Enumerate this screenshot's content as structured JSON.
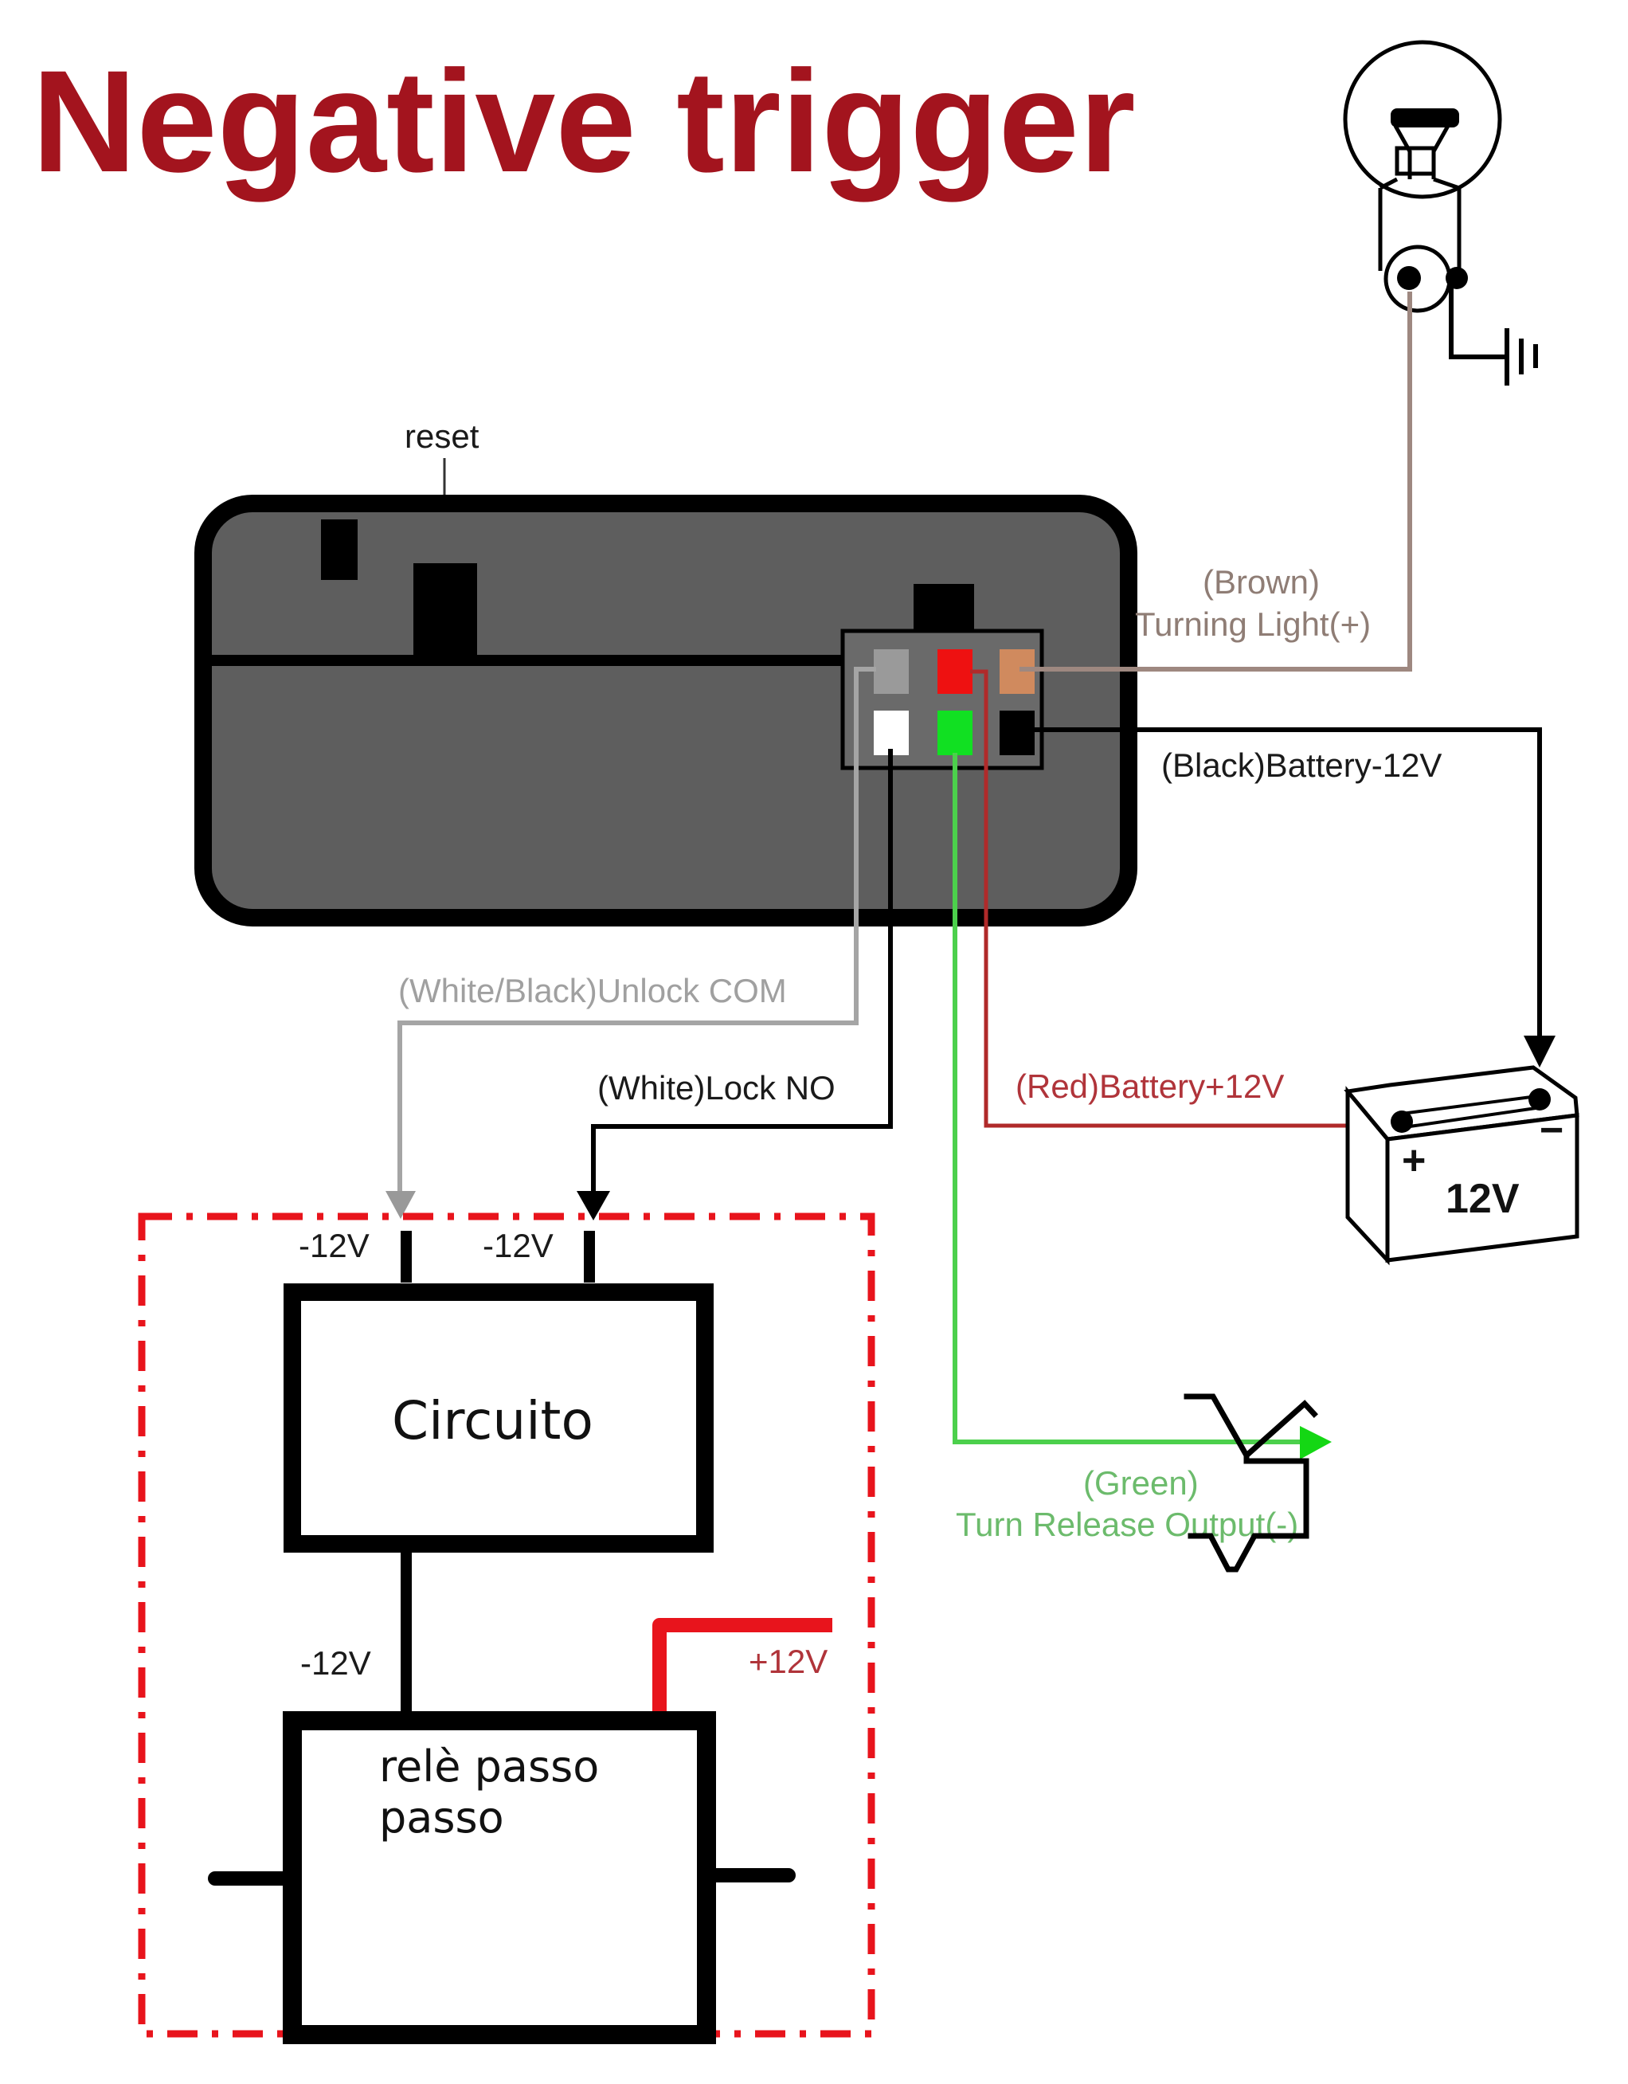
{
  "title": "Negative trigger",
  "module": {
    "reset_label": "reset",
    "pins": [
      {
        "name": "white-black",
        "color": "#9a9a9a"
      },
      {
        "name": "red",
        "color": "#ee1111"
      },
      {
        "name": "brown",
        "color": "#d08a5e"
      },
      {
        "name": "white",
        "color": "#ffffff"
      },
      {
        "name": "green",
        "color": "#11e022"
      },
      {
        "name": "black",
        "color": "#000000"
      }
    ]
  },
  "wires": {
    "brown": {
      "line1": "(Brown)",
      "line2": "Turning Light(+)",
      "color": "#9e8880"
    },
    "black": {
      "label": "(Black)Battery-12V",
      "color": "#000000"
    },
    "white_black": {
      "label": "(White/Black)Unlock COM",
      "color": "#a5a5a5"
    },
    "white": {
      "label": "(White)Lock NO",
      "color": "#000000"
    },
    "red": {
      "label": "(Red)Battery+12V",
      "color": "#b02a2a"
    },
    "green": {
      "line1": "(Green)",
      "line2": "Turn Release Output(-)",
      "color": "#4cd04c"
    }
  },
  "battery": {
    "label": "12V",
    "plus": "+",
    "minus": "−"
  },
  "custom_circuit": {
    "border_color": "#e8141c",
    "in_label_1": "-12V",
    "in_label_2": "-12V",
    "circuit_label": "Circuito",
    "relay_neg_label": "-12V",
    "relay_pos_label": "+12V",
    "relay_label_line1": "relè passo",
    "relay_label_line2": "passo"
  }
}
